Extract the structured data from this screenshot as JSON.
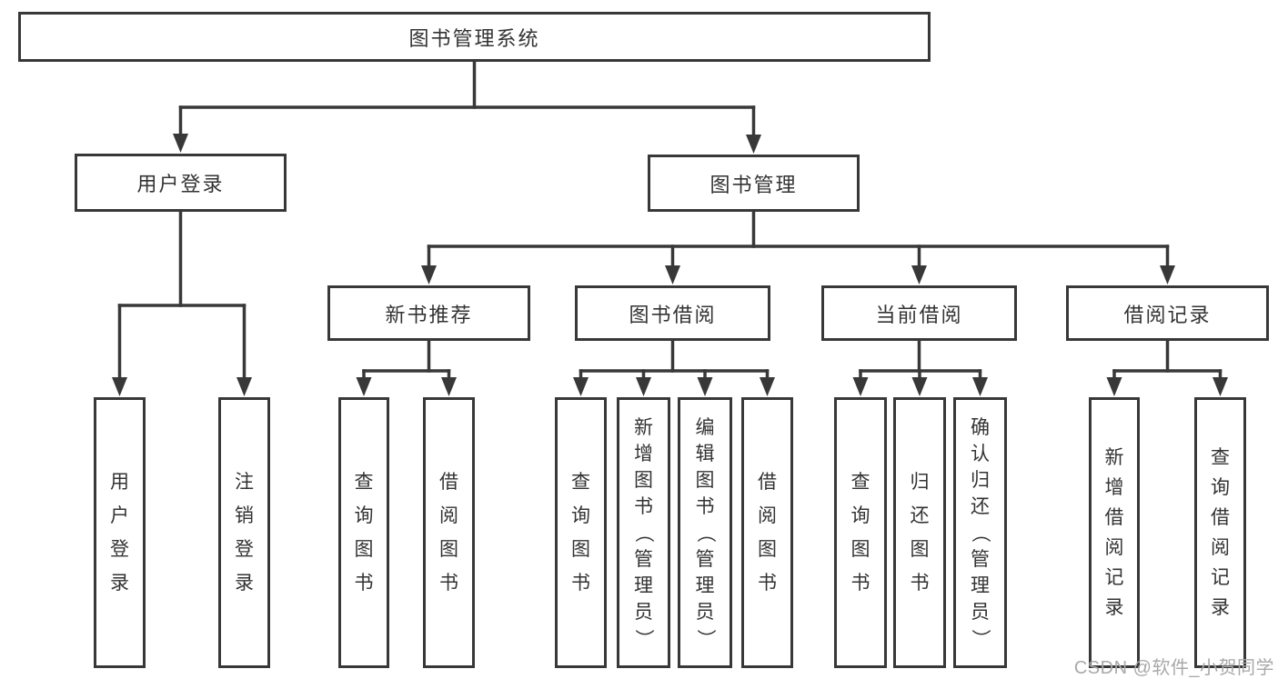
{
  "diagram": {
    "nodes": [
      {
        "id": "root",
        "label": "图书管理系统",
        "parent": null
      },
      {
        "id": "user-login",
        "label": "用户登录",
        "parent": "root"
      },
      {
        "id": "book-mgmt",
        "label": "图书管理",
        "parent": "root"
      },
      {
        "id": "ul-login",
        "label": "用户登录",
        "parent": "user-login"
      },
      {
        "id": "ul-logout",
        "label": "注销登录",
        "parent": "user-login"
      },
      {
        "id": "new-book",
        "label": "新书推荐",
        "parent": "book-mgmt"
      },
      {
        "id": "book-borrow",
        "label": "图书借阅",
        "parent": "book-mgmt"
      },
      {
        "id": "current-borrow",
        "label": "当前借阅",
        "parent": "book-mgmt"
      },
      {
        "id": "borrow-record",
        "label": "借阅记录",
        "parent": "book-mgmt"
      },
      {
        "id": "nb-query",
        "label": "查询图书",
        "parent": "new-book"
      },
      {
        "id": "nb-borrow",
        "label": "借阅图书",
        "parent": "new-book"
      },
      {
        "id": "bb-query",
        "label": "查询图书",
        "parent": "book-borrow"
      },
      {
        "id": "bb-add",
        "label": "新增图书（管理员）",
        "parent": "book-borrow"
      },
      {
        "id": "bb-edit",
        "label": "编辑图书（管理员）",
        "parent": "book-borrow"
      },
      {
        "id": "bb-borrow",
        "label": "借阅图书",
        "parent": "book-borrow"
      },
      {
        "id": "cb-query",
        "label": "查询图书",
        "parent": "current-borrow"
      },
      {
        "id": "cb-return",
        "label": "归还图书",
        "parent": "current-borrow"
      },
      {
        "id": "cb-confirm",
        "label": "确认归还（管理员）",
        "parent": "current-borrow"
      },
      {
        "id": "br-add",
        "label": "新增借阅记录",
        "parent": "borrow-record"
      },
      {
        "id": "br-query",
        "label": "查询借阅记录",
        "parent": "borrow-record"
      }
    ]
  },
  "watermark": {
    "text": "CSDN @软件_小贺同学"
  },
  "colors": {
    "line": "#383838",
    "text": "#333333",
    "watermark": "#a9a9a9",
    "background": "#ffffff"
  }
}
